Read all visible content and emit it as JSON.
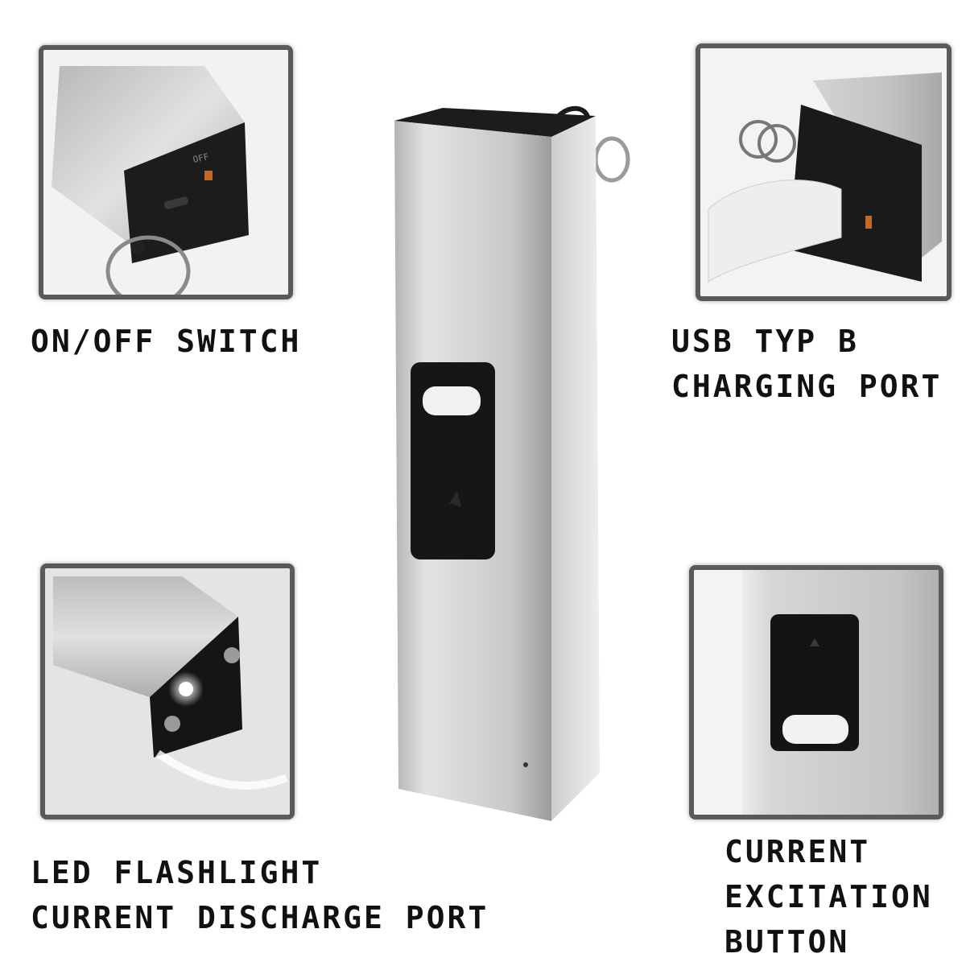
{
  "features": {
    "on_off_switch": {
      "label": "ON/OFF SWITCH",
      "icon": "on-off-switch-closeup"
    },
    "usb_port": {
      "line1": "USB TYP B",
      "line2": "CHARGING PORT",
      "icon": "usb-charging-closeup"
    },
    "led_port": {
      "line1": "LED FLASHLIGHT",
      "line2": "CURRENT DISCHARGE PORT",
      "icon": "led-flashlight-closeup"
    },
    "excitation_button": {
      "line1": "CURRENT",
      "line2": "EXCITATION",
      "line3": "BUTTON",
      "icon": "excitation-button-closeup"
    }
  },
  "device": {
    "name": "keychain-stun-device",
    "switch_mark": "OFF",
    "colors": {
      "body": "#c9c9c9",
      "cap": "#1a1a1a",
      "frame": "#5a5a5a",
      "text": "#111111"
    }
  }
}
